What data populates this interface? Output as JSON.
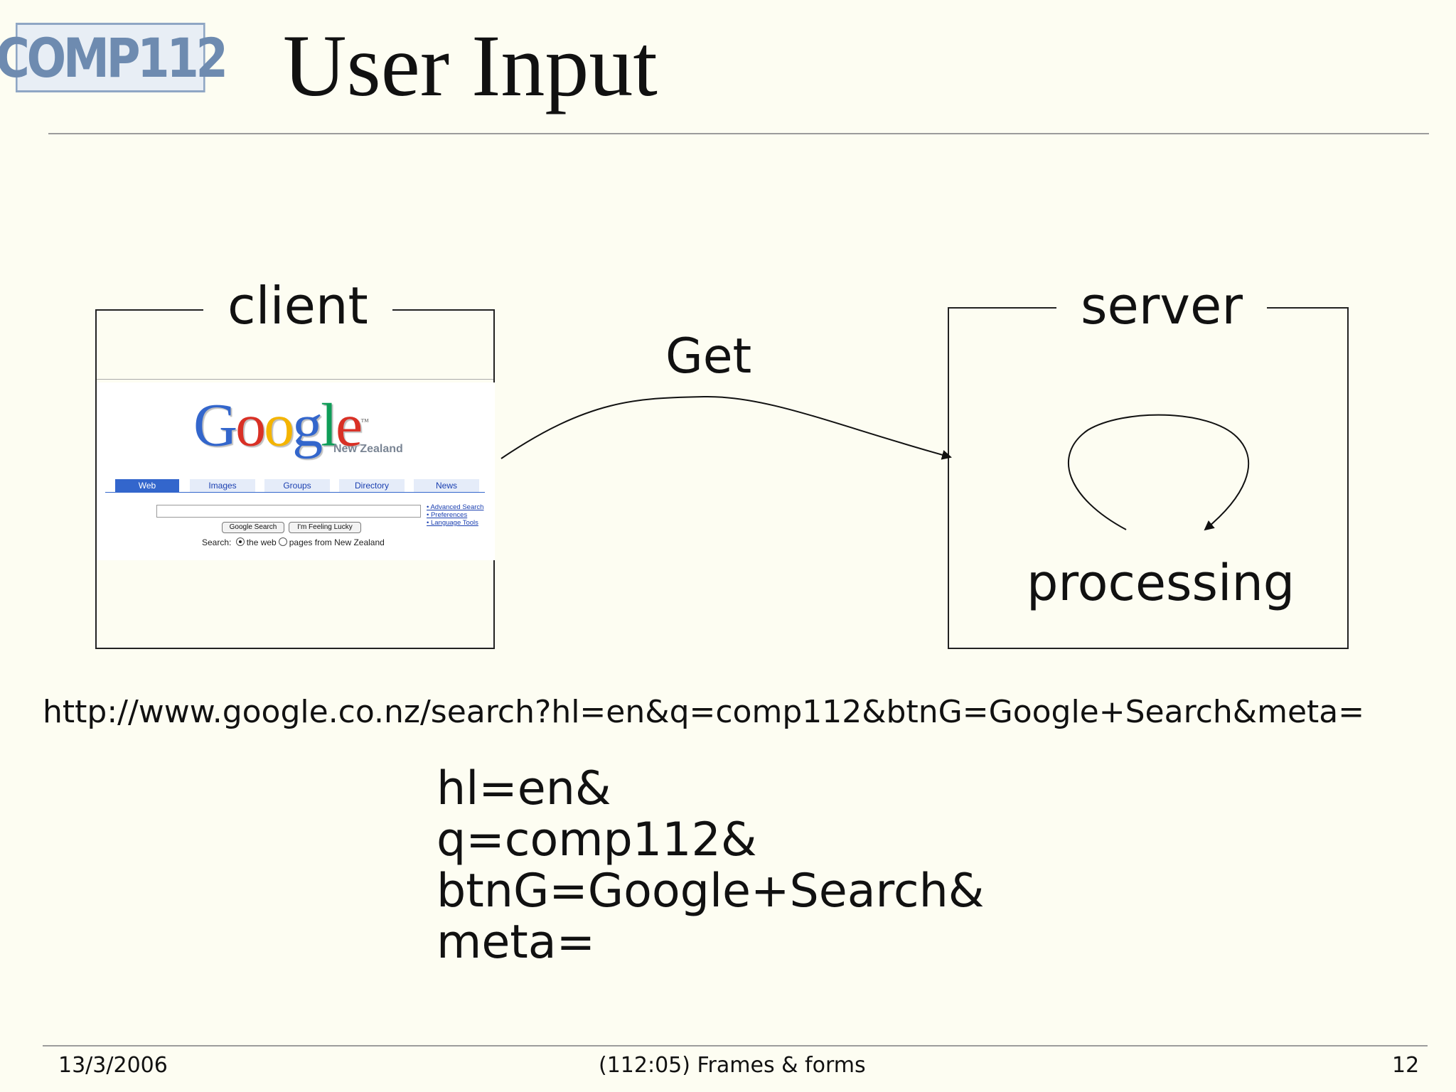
{
  "slide": {
    "logo_text": "COMP112",
    "title": "User Input"
  },
  "diagram": {
    "client_label": "client",
    "server_label": "server",
    "arrow_label": "Get",
    "process_label": "processing"
  },
  "google_page": {
    "logo": {
      "letters": [
        "G",
        "o",
        "o",
        "g",
        "l",
        "e"
      ],
      "trademark": "™",
      "subtitle": "New Zealand"
    },
    "tabs": [
      "Web",
      "Images",
      "Groups",
      "Directory",
      "News"
    ],
    "active_tab": "Web",
    "links": [
      "Advanced Search",
      "Preferences",
      "Language Tools"
    ],
    "buttons": [
      "Google Search",
      "I'm Feeling Lucky"
    ],
    "search_prefix": "Search:",
    "radio_options": [
      "the web",
      "pages from New Zealand"
    ],
    "colors": {
      "blue": "#3366cc",
      "red": "#d93025",
      "yellow": "#f4b400",
      "green": "#0f9d58"
    }
  },
  "url_text": "http://www.google.co.nz/search?hl=en&q=comp112&btnG=Google+Search&meta=",
  "params": [
    "hl=en&",
    "q=comp112&",
    "btnG=Google+Search&",
    "meta="
  ],
  "footer": {
    "date": "13/3/2006",
    "course": "(112:05) Frames & forms",
    "page_number": "12"
  }
}
